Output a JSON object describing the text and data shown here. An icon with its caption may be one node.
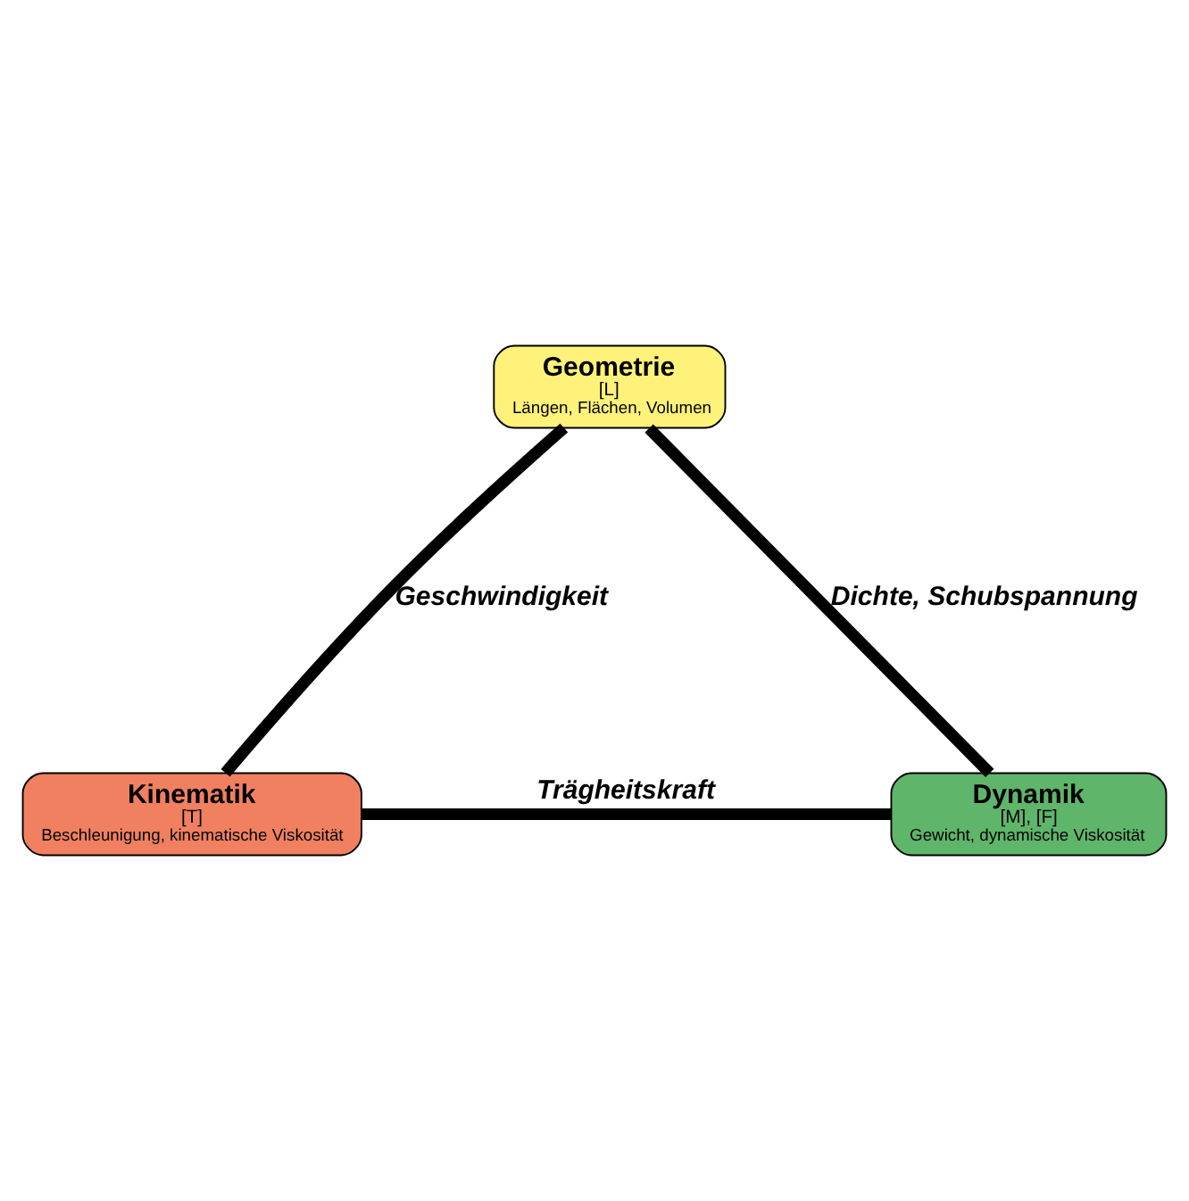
{
  "diagram": {
    "nodes": [
      {
        "text": [
          "Geometrie",
          "[L]",
          "Längen, Flächen, Volumen"
        ]
      },
      {
        "text": [
          "Kinematik",
          "[T]",
          "Beschleunigung, kinematische Viskosität"
        ]
      },
      {
        "text": [
          "Dynamik",
          "[M], [F]",
          "Gewicht, dynamische Viskosität"
        ]
      }
    ],
    "edges": [
      {
        "from": 0,
        "to": 1,
        "arrow": "none",
        "label": "Geschwindigkeit"
      },
      {
        "from": 0,
        "to": 2,
        "arrow": "none",
        "label": "Dichte, Schubspannung"
      },
      {
        "from": 1,
        "to": 2,
        "arrow": "none",
        "label": "Trägheitskraft"
      }
    ]
  }
}
